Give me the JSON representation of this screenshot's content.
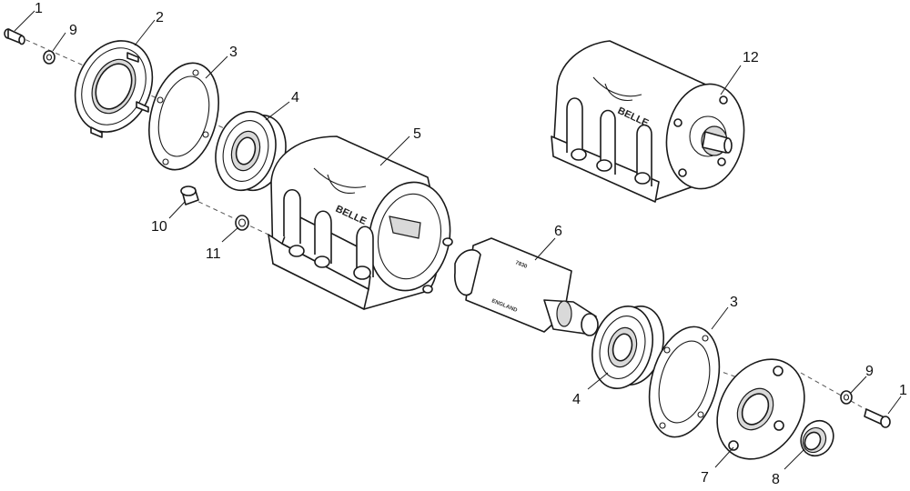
{
  "callouts": {
    "c1a": "1",
    "c9a": "9",
    "c2": "2",
    "c3a": "3",
    "c4a": "4",
    "c5": "5",
    "c10": "10",
    "c11": "11",
    "c6": "6",
    "c12": "12",
    "c3b": "3",
    "c4b": "4",
    "c9b": "9",
    "c1b": "1",
    "c7": "7",
    "c8": "8"
  },
  "marks": {
    "brand_front": "BELLE",
    "brand_rear": "BELLE",
    "shaft_stamp_a": "7830",
    "shaft_stamp_b": "ENGLAND"
  },
  "colors": {
    "line": "#1a1a1a",
    "shade": "#d9d9d9",
    "background": "#ffffff"
  }
}
